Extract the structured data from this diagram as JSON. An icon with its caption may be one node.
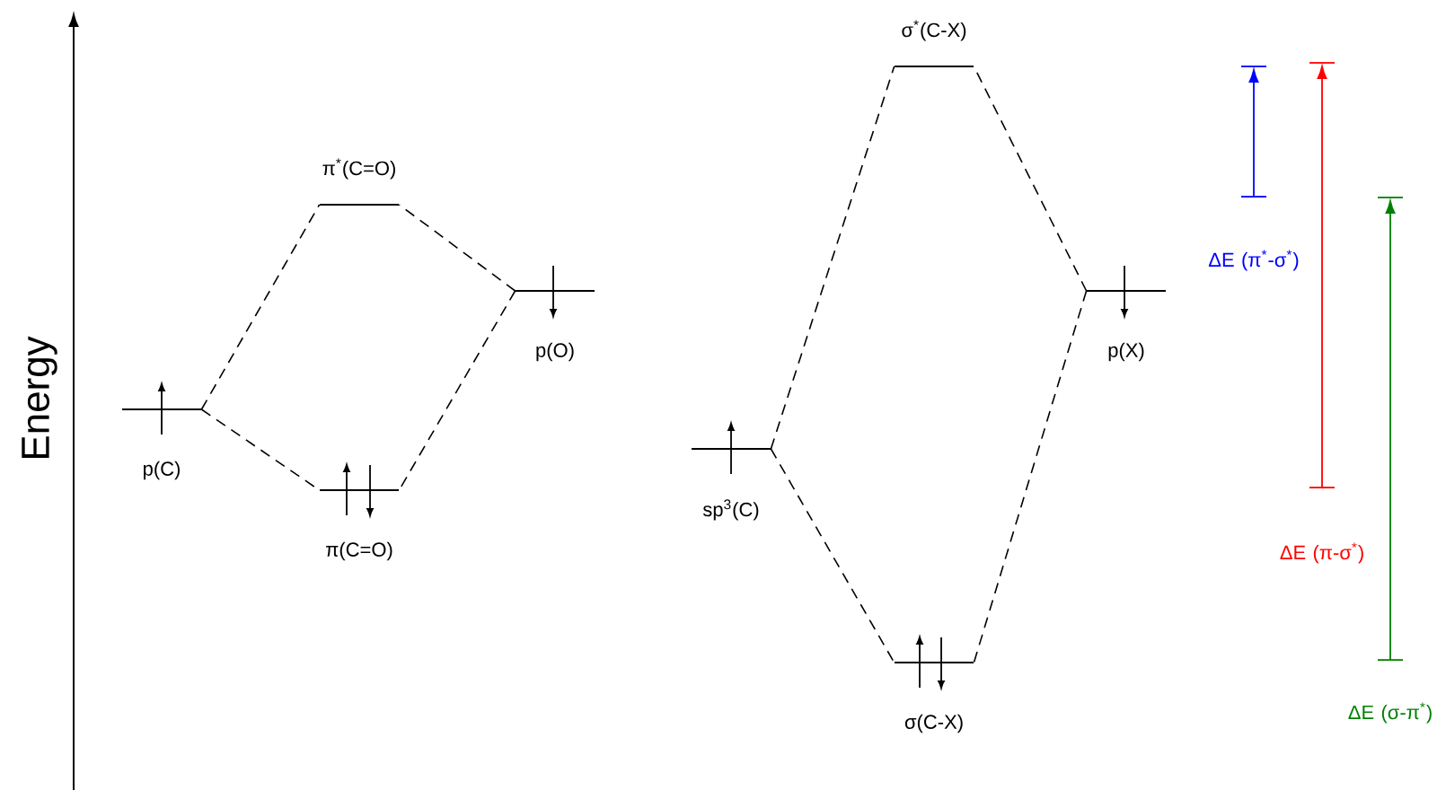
{
  "diagram": {
    "nodes": [
      {
        "text": [
          "p(C)"
        ]
      },
      {
        "text": [
          "π$^{*}$(C=O)"
        ]
      },
      {
        "text": [
          "π(C=O)"
        ]
      },
      {
        "text": [
          "p(O)"
        ]
      },
      {
        "text": [
          "sp$^{3}$(C)"
        ]
      },
      {
        "text": [
          "σ$^{*}$(C-X)"
        ]
      },
      {
        "text": [
          "σ(C-X)"
        ]
      },
      {
        "text": [
          "p(X)"
        ]
      }
    ],
    "edges": [
      {
        "from": 0,
        "to": 1,
        "arrow": "none",
        "style": "dashed"
      },
      {
        "from": 0,
        "to": 2,
        "arrow": "none",
        "style": "dashed"
      },
      {
        "from": 3,
        "to": 1,
        "arrow": "none",
        "style": "dashed"
      },
      {
        "from": 3,
        "to": 2,
        "arrow": "none",
        "style": "dashed"
      },
      {
        "from": 4,
        "to": 5,
        "arrow": "none",
        "style": "dashed"
      },
      {
        "from": 4,
        "to": 6,
        "arrow": "none",
        "style": "dashed"
      },
      {
        "from": 7,
        "to": 5,
        "arrow": "none",
        "style": "dashed"
      },
      {
        "from": 7,
        "to": 6,
        "arrow": "none",
        "style": "dashed"
      }
    ],
    "labels": [
      "Energy",
      "ΔE (π$^{*}$-σ$^{*}$)",
      "ΔE (π-σ$^{*}$)",
      "ΔE (σ-π$^{*}$)"
    ]
  }
}
